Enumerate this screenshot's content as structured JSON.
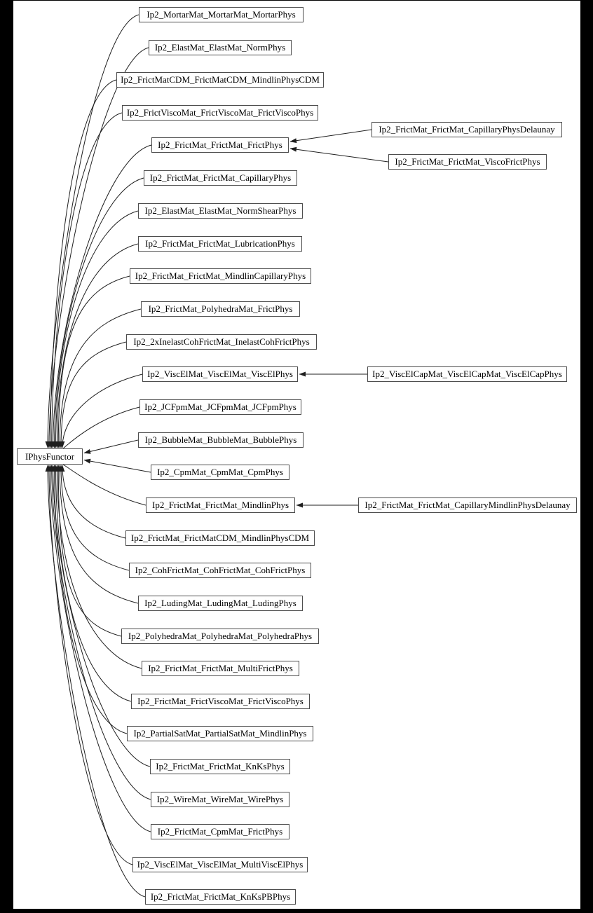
{
  "diagram": {
    "type": "inheritance-graph",
    "root": {
      "label": "IPhysFunctor"
    },
    "colors": {
      "page_background": "#000000",
      "canvas_background": "#ffffff",
      "node_border": "#4d4d4d",
      "edge": "#1f1f1f",
      "text": "#000000"
    },
    "classes": [
      {
        "label": "Ip2_MortarMat_MortarMat_MortarPhys"
      },
      {
        "label": "Ip2_ElastMat_ElastMat_NormPhys"
      },
      {
        "label": "Ip2_FrictMatCDM_FrictMatCDM_MindlinPhysCDM"
      },
      {
        "label": "Ip2_FrictViscoMat_FrictViscoMat_FrictViscoPhys"
      },
      {
        "label": "Ip2_FrictMat_FrictMat_FrictPhys",
        "children": [
          {
            "label": "Ip2_FrictMat_FrictMat_CapillaryPhysDelaunay"
          },
          {
            "label": "Ip2_FrictMat_FrictMat_ViscoFrictPhys"
          }
        ]
      },
      {
        "label": "Ip2_FrictMat_FrictMat_CapillaryPhys"
      },
      {
        "label": "Ip2_ElastMat_ElastMat_NormShearPhys"
      },
      {
        "label": "Ip2_FrictMat_FrictMat_LubricationPhys"
      },
      {
        "label": "Ip2_FrictMat_FrictMat_MindlinCapillaryPhys"
      },
      {
        "label": "Ip2_FrictMat_PolyhedraMat_FrictPhys"
      },
      {
        "label": "Ip2_2xInelastCohFrictMat_InelastCohFrictPhys"
      },
      {
        "label": "Ip2_ViscElMat_ViscElMat_ViscElPhys",
        "children": [
          {
            "label": "Ip2_ViscElCapMat_ViscElCapMat_ViscElCapPhys"
          }
        ]
      },
      {
        "label": "Ip2_JCFpmMat_JCFpmMat_JCFpmPhys"
      },
      {
        "label": "Ip2_BubbleMat_BubbleMat_BubblePhys"
      },
      {
        "label": "Ip2_CpmMat_CpmMat_CpmPhys"
      },
      {
        "label": "Ip2_FrictMat_FrictMat_MindlinPhys",
        "children": [
          {
            "label": "Ip2_FrictMat_FrictMat_CapillaryMindlinPhysDelaunay"
          }
        ]
      },
      {
        "label": "Ip2_FrictMat_FrictMatCDM_MindlinPhysCDM"
      },
      {
        "label": "Ip2_CohFrictMat_CohFrictMat_CohFrictPhys"
      },
      {
        "label": "Ip2_LudingMat_LudingMat_LudingPhys"
      },
      {
        "label": "Ip2_PolyhedraMat_PolyhedraMat_PolyhedraPhys"
      },
      {
        "label": "Ip2_FrictMat_FrictMat_MultiFrictPhys"
      },
      {
        "label": "Ip2_FrictMat_FrictViscoMat_FrictViscoPhys"
      },
      {
        "label": "Ip2_PartialSatMat_PartialSatMat_MindlinPhys"
      },
      {
        "label": "Ip2_FrictMat_FrictMat_KnKsPhys"
      },
      {
        "label": "Ip2_WireMat_WireMat_WirePhys"
      },
      {
        "label": "Ip2_FrictMat_CpmMat_FrictPhys"
      },
      {
        "label": "Ip2_ViscElMat_ViscElMat_MultiViscElPhys"
      },
      {
        "label": "Ip2_FrictMat_FrictMat_KnKsPBPhys"
      }
    ]
  }
}
